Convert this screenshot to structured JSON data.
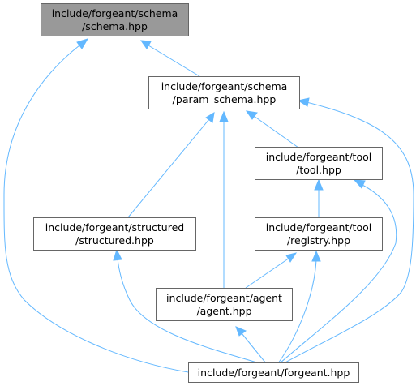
{
  "graph": {
    "colors": {
      "edge": "#63b8ff",
      "root_fill": "#999999",
      "node_fill": "#ffffff",
      "node_border": "#666666"
    },
    "nodes": {
      "schema": {
        "line1": "include/forgeant/schema",
        "line2": "/schema.hpp"
      },
      "param_schema": {
        "line1": "include/forgeant/schema",
        "line2": "/param_schema.hpp"
      },
      "tool": {
        "line1": "include/forgeant/tool",
        "line2": "/tool.hpp"
      },
      "structured": {
        "line1": "include/forgeant/structured",
        "line2": "/structured.hpp"
      },
      "registry": {
        "line1": "include/forgeant/tool",
        "line2": "/registry.hpp"
      },
      "agent": {
        "line1": "include/forgeant/agent",
        "line2": "/agent.hpp"
      },
      "forgeant": {
        "line1": "include/forgeant/forgeant.hpp"
      }
    },
    "edges": [
      {
        "from": "param_schema",
        "to": "schema"
      },
      {
        "from": "forgeant",
        "to": "schema"
      },
      {
        "from": "structured",
        "to": "param_schema"
      },
      {
        "from": "agent",
        "to": "param_schema"
      },
      {
        "from": "tool",
        "to": "param_schema"
      },
      {
        "from": "forgeant",
        "to": "param_schema"
      },
      {
        "from": "registry",
        "to": "tool"
      },
      {
        "from": "forgeant",
        "to": "tool"
      },
      {
        "from": "agent",
        "to": "registry"
      },
      {
        "from": "forgeant",
        "to": "registry"
      },
      {
        "from": "forgeant",
        "to": "structured"
      },
      {
        "from": "forgeant",
        "to": "agent"
      }
    ]
  }
}
